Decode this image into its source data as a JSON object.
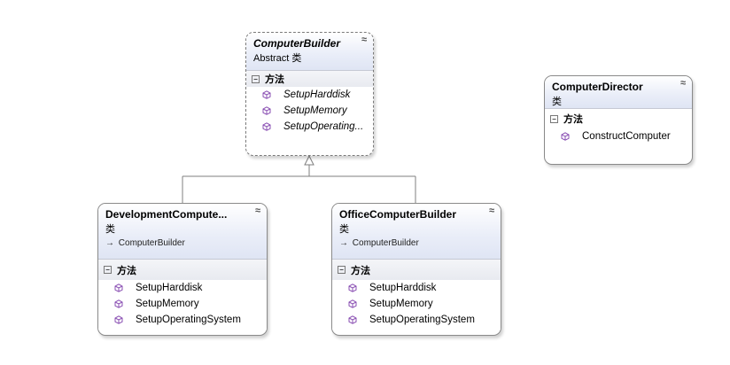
{
  "colors": {
    "method_icon": "#8a4fb3",
    "border": "#8a8a8a",
    "header_gradient_bottom": "#dfe5f4",
    "link": "#7f7f7f"
  },
  "icons": {
    "collapse": "double-chevron-up-icon",
    "method": "method-cube-icon",
    "inherits": "inheritance-arrow-icon",
    "section_toggle": "minus-box-icon"
  },
  "classes": {
    "computer_builder": {
      "name": "ComputerBuilder",
      "kind": "Abstract 类",
      "section_title": "方法",
      "methods": [
        "SetupHarddisk",
        "SetupMemory",
        "SetupOperating..."
      ]
    },
    "computer_director": {
      "name": "ComputerDirector",
      "kind": "类",
      "section_title": "方法",
      "methods": [
        "ConstructComputer"
      ]
    },
    "development_builder": {
      "name": "DevelopmentCompute...",
      "kind": "类",
      "inherits": "ComputerBuilder",
      "section_title": "方法",
      "methods": [
        "SetupHarddisk",
        "SetupMemory",
        "SetupOperatingSystem"
      ]
    },
    "office_builder": {
      "name": "OfficeComputerBuilder",
      "kind": "类",
      "inherits": "ComputerBuilder",
      "section_title": "方法",
      "methods": [
        "SetupHarddisk",
        "SetupMemory",
        "SetupOperatingSystem"
      ]
    }
  },
  "glyphs": {
    "collapse": "≈",
    "toggle": "−",
    "inherit_arrow": "→"
  }
}
